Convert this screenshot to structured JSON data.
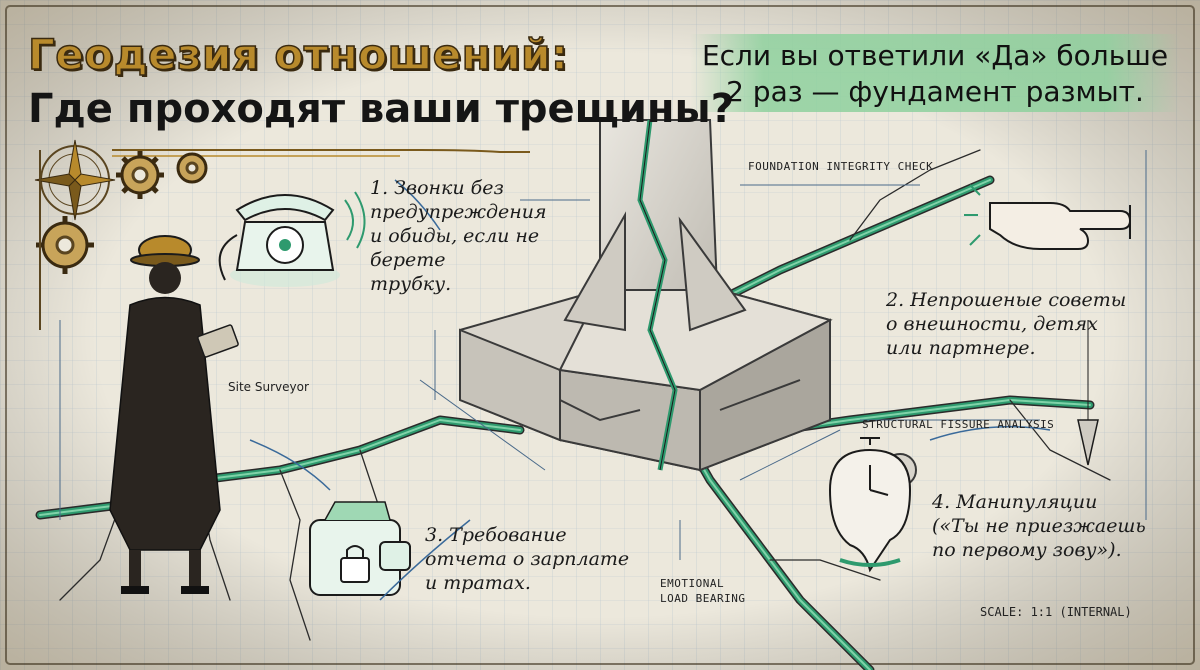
{
  "title": {
    "line1": "Геодезия отношений:",
    "line2": "Где проходят ваши трещины?"
  },
  "banner": {
    "line1": "Если вы ответили «Да» больше",
    "line2": "2 раз — фундамент размыт."
  },
  "items": [
    {
      "lines": [
        "1. Звонки без",
        "предупреждения",
        "и обиды, если не",
        "берете",
        "трубку."
      ]
    },
    {
      "lines": [
        "2. Непрошеные советы",
        "о внешности, детях",
        "или партнере."
      ]
    },
    {
      "lines": [
        "3. Требование",
        "отчета о зарплате",
        "и тратах."
      ]
    },
    {
      "lines": [
        "4. Манипуляции",
        "(«Ты не приезжаешь",
        "по первому зову»)."
      ]
    }
  ],
  "labels": {
    "foundation_check": "FOUNDATION INTEGRITY CHECK",
    "fissure_analysis": "STRUCTURAL FISSURE ANALYSIS",
    "emotional_line1": "EMOTIONAL",
    "emotional_line2": "LOAD BEARING",
    "scale": "SCALE: 1:1 (INTERNAL)",
    "surveyor": "Site Surveyor"
  },
  "icons": {
    "compass": "compass-rose-icon",
    "gears": "gears-icon",
    "phone": "rotary-phone-icon",
    "hand": "pointing-hand-icon",
    "wallet": "locked-wallet-icon",
    "clock": "melting-clock-icon",
    "plumb": "plumb-bob-icon",
    "surveyor": "surveyor-figure-icon"
  },
  "colors": {
    "paper": "#ece8dc",
    "crack_green": "#2e9a6e",
    "crack_light": "#7fd2a8",
    "gold": "#b88a2c",
    "ink": "#1b1b1b",
    "banner_green": "#8fd19e"
  }
}
